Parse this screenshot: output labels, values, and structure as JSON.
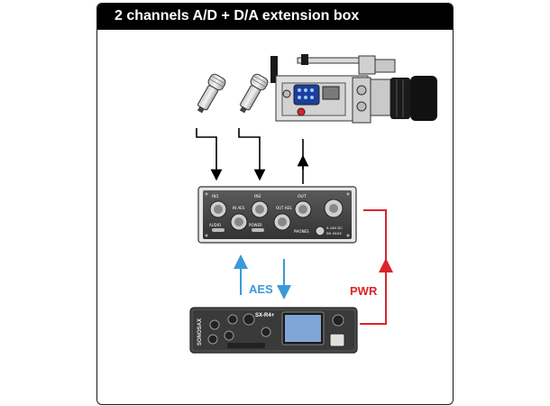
{
  "title": "2 channels A/D + D/A extension box",
  "labels": {
    "aes": "AES",
    "pwr": "PWR"
  },
  "extension_box": {
    "in1": "IN1",
    "in2": "IN2",
    "out": "OUT",
    "in_aes": "IN AES",
    "out_aes": "OUT AES",
    "audio": "AUDIO",
    "power": "POWER",
    "phones": "PHONES",
    "dc": "9-18V DC",
    "dc_sub": "SN XXXX"
  },
  "recorder": {
    "brand": "SONOSAX",
    "model": "SX-R4+"
  },
  "colors": {
    "aes": "#3a9ad9",
    "pwr": "#d9262a",
    "signal": "#000000"
  }
}
